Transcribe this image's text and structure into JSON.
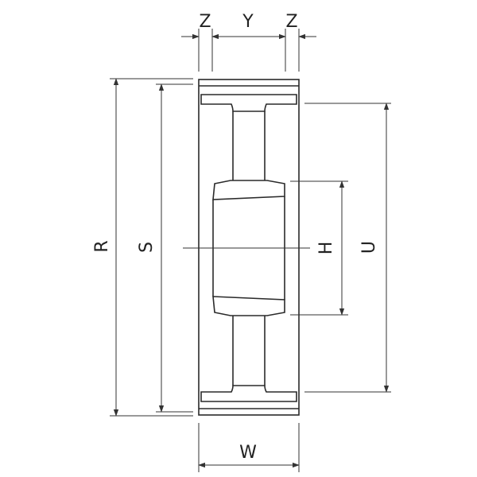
{
  "labels": {
    "z_left": "Z",
    "y": "Y",
    "z_right": "Z",
    "r": "R",
    "s": "S",
    "h": "H",
    "u": "U",
    "w": "W"
  },
  "colors": {
    "line": "#2a2a2a",
    "background": "#ffffff"
  }
}
